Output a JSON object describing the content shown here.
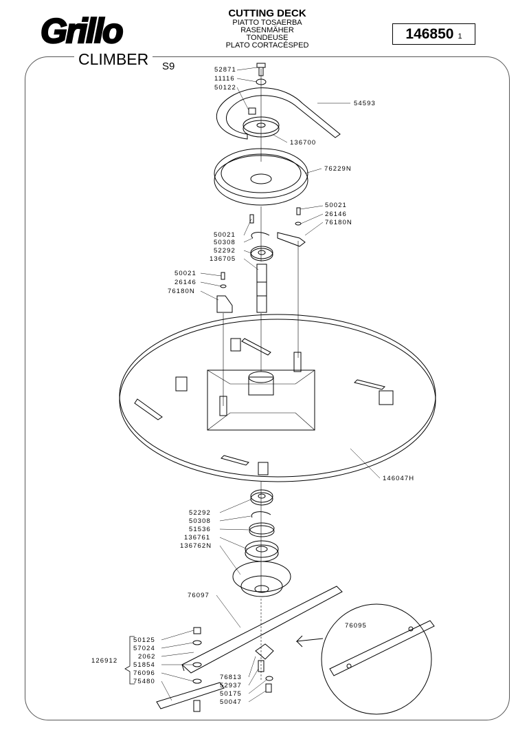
{
  "header": {
    "brand": "Grillo",
    "title": "CUTTING DECK",
    "translations": [
      "PIATTO TOSAERBA",
      "RASENMÄHER",
      "TONDEUSE",
      "PLATO CORTACÉSPED"
    ],
    "doc_number": "146850",
    "doc_revision": "1",
    "model": "CLIMBER",
    "variant": "S9"
  },
  "parts": {
    "p52871": "52871",
    "p11116": "11116",
    "p50122": "50122",
    "p54593": "54593",
    "p136700": "136700",
    "p76229N": "76229N",
    "p50021_a": "50021",
    "p26146_a": "26146",
    "p76180N_a": "76180N",
    "p50021_b": "50021",
    "p50308_a": "50308",
    "p52292_a": "52292",
    "p136705": "136705",
    "p50021_c": "50021",
    "p26146_b": "26146",
    "p76180N_b": "76180N",
    "p146047H": "146047H",
    "p52292_b": "52292",
    "p50308_b": "50308",
    "p51536": "51536",
    "p136761": "136761",
    "p136762N": "136762N",
    "p76097": "76097",
    "p76095": "76095",
    "p50125": "50125",
    "p57024": "57024",
    "p2062": "2062",
    "p126912": "126912",
    "p51854": "51854",
    "p76096": "76096",
    "p75480": "75480",
    "p76813": "76813",
    "p52937": "52937",
    "p50175": "50175",
    "p50047": "50047"
  }
}
